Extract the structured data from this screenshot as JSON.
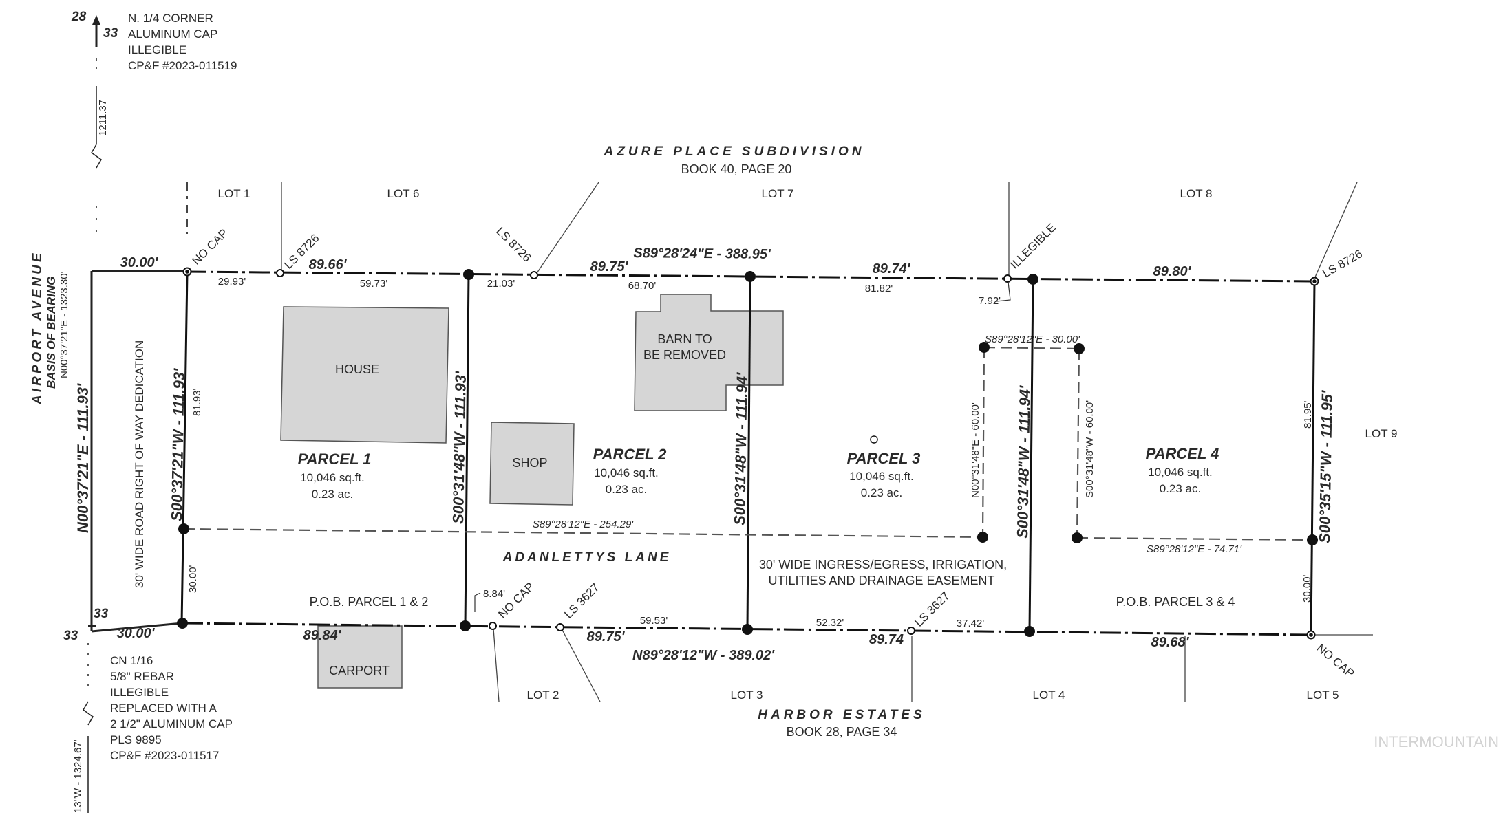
{
  "top_corner": {
    "sec_28": "28",
    "sec_33": "33",
    "lines": [
      "N. 1/4 CORNER",
      "ALUMINUM CAP",
      "ILLEGIBLE",
      "CP&F #2023-011519"
    ]
  },
  "bottom_corner": {
    "sec_33a": "33",
    "sec_33b": "33",
    "lines": [
      "CN 1/16",
      "5/8\" REBAR",
      "ILLEGIBLE",
      "REPLACED WITH A",
      "2 1/2\" ALUMINUM CAP",
      "PLS 9895",
      "CP&F #2023-011517"
    ]
  },
  "vertical_dims": {
    "dist_1211": "1211.37",
    "dist_1324": "13\"W - 1324.67'"
  },
  "azure": {
    "title": "AZURE PLACE SUBDIVISION",
    "book": "BOOK 40, PAGE 20"
  },
  "harbor": {
    "title": "HARBOR ESTATES",
    "book": "BOOK 28, PAGE 34"
  },
  "airport": {
    "title": "AIRPORT AVENUE",
    "basis": "BASIS OF BEARING",
    "bearing": "N00°37'21\"E - 1323.30'",
    "west_line": "N00°37'21\"E - 111.93'"
  },
  "row_dedication": "30' WIDE ROAD RIGHT OF WAY DEDICATION",
  "lots_top": [
    "LOT 1",
    "LOT 6",
    "LOT 7",
    "LOT 8"
  ],
  "lots_bottom": [
    "LOT 2",
    "LOT 3",
    "LOT 4",
    "LOT 5"
  ],
  "lot_9": "LOT 9",
  "parcels": [
    {
      "name": "PARCEL 1",
      "sqft": "10,046 sq.ft.",
      "ac": "0.23 ac."
    },
    {
      "name": "PARCEL 2",
      "sqft": "10,046 sq.ft.",
      "ac": "0.23 ac."
    },
    {
      "name": "PARCEL 3",
      "sqft": "10,046 sq.ft.",
      "ac": "0.23 ac."
    },
    {
      "name": "PARCEL 4",
      "sqft": "10,046 sq.ft.",
      "ac": "0.23 ac."
    }
  ],
  "buildings": {
    "house": "HOUSE",
    "shop": "SHOP",
    "barn_1": "BARN TO",
    "barn_2": "BE REMOVED",
    "carport": "CARPORT"
  },
  "north_line": {
    "bearing": "S89°28'24\"E - 388.95'",
    "d_30": "30.00'",
    "d_29_93": "29.93'",
    "d_89_66": "89.66'",
    "d_59_73": "59.73'",
    "d_21_03": "21.03'",
    "d_89_75": "89.75'",
    "d_68_70": "68.70'",
    "d_89_74": "89.74'",
    "d_81_82": "81.82'",
    "d_7_92": "7.92'",
    "d_89_80": "89.80'"
  },
  "south_line": {
    "bearing": "N89°28'12\"W - 389.02'",
    "d_30": "30.00'",
    "d_89_84": "89.84'",
    "d_8_84": "8.84'",
    "d_89_75": "89.75'",
    "d_59_53": "59.53'",
    "d_52_32": "52.32'",
    "d_89_74": "89.74",
    "d_37_42": "37.42'",
    "d_89_68": "89.68'"
  },
  "monuments": {
    "no_cap_nw": "NO CAP",
    "ls_8726_a": "LS 8726",
    "ls_8726_b": "LS 8726",
    "illegible": "ILLEGIBLE",
    "ls_8726_ne": "LS 8726",
    "no_cap_sw": "NO CAP",
    "ls_3627_a": "LS 3627",
    "ls_3627_b": "LS 3627",
    "no_cap_se": "NO CAP"
  },
  "parcel_lines": {
    "west": "S00°37'21\"W - 111.93'",
    "west_short": "81.93'",
    "p1_p2": "S00°31'48\"W - 111.93'",
    "p2_p3": "S00°31'48\"W - 111.94'",
    "p3_p4": "S00°31'48\"W - 111.94'",
    "east": "S00°35'15\"W - 111.95'",
    "east_short": "81.95'",
    "west_30": "30.00'",
    "east_30": "30.00'"
  },
  "easement": {
    "line_west": "S89°28'12\"E - 254.29'",
    "line_east": "S89°28'12\"E - 74.71'",
    "box_top": "S89°28'12\"E - 30.00'",
    "box_west": "N00°31'48\"E - 60.00'",
    "box_east": "S00°31'48\"W - 60.00'",
    "lane": "ADANLETTYS LANE",
    "text_1": "30' WIDE INGRESS/EGRESS, IRRIGATION,",
    "text_2": "UTILITIES AND DRAINAGE EASEMENT"
  },
  "pob_12": "P.O.B. PARCEL 1 & 2",
  "pob_34": "P.O.B. PARCEL 3 & 4",
  "watermark": "INTERMOUNTAIN"
}
